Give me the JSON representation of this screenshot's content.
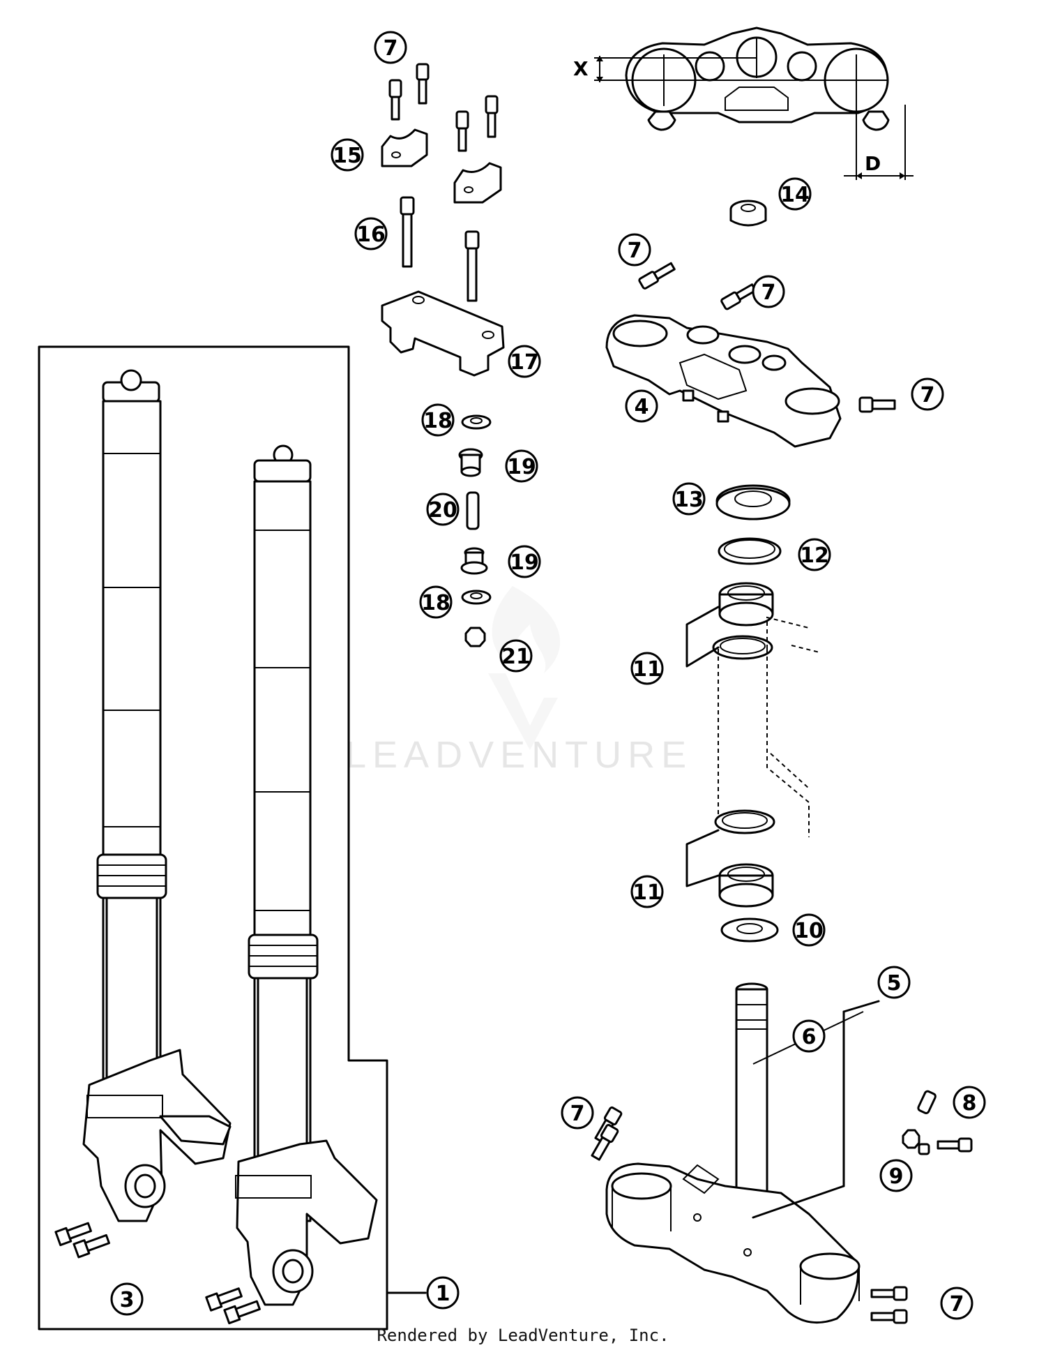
{
  "diagram": {
    "dimension_labels": {
      "x": "X",
      "d": "D"
    },
    "watermark": "LEADVENTURE",
    "footer": "Rendered by LeadVenture, Inc.",
    "callouts": [
      {
        "label": "7"
      },
      {
        "label": "15"
      },
      {
        "label": "16"
      },
      {
        "label": "17"
      },
      {
        "label": "14"
      },
      {
        "label": "7"
      },
      {
        "label": "7"
      },
      {
        "label": "7"
      },
      {
        "label": "4"
      },
      {
        "label": "18"
      },
      {
        "label": "19"
      },
      {
        "label": "20"
      },
      {
        "label": "19"
      },
      {
        "label": "18"
      },
      {
        "label": "21"
      },
      {
        "label": "13"
      },
      {
        "label": "12"
      },
      {
        "label": "11"
      },
      {
        "label": "11"
      },
      {
        "label": "10"
      },
      {
        "label": "5"
      },
      {
        "label": "6"
      },
      {
        "label": "8"
      },
      {
        "label": "7"
      },
      {
        "label": "9"
      },
      {
        "label": "7"
      },
      {
        "label": "3"
      },
      {
        "label": "1"
      }
    ]
  }
}
